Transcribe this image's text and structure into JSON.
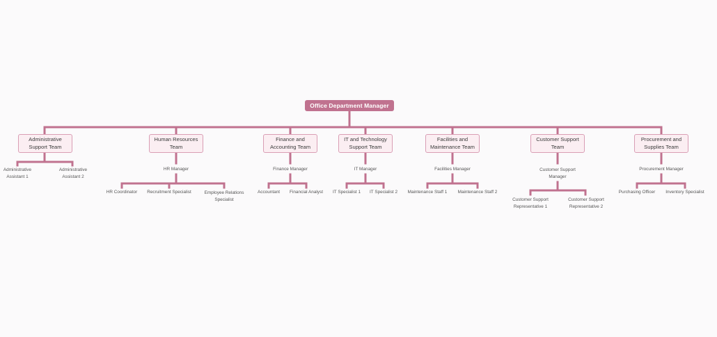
{
  "root": {
    "label": "Office Department Manager"
  },
  "teams": {
    "admin": {
      "label": "Administrative Support Team",
      "assistant1": "Administrative Assistant 1",
      "assistant2": "Administrative Assistant 2"
    },
    "hr": {
      "label": "Human Resources Team",
      "manager": "HR Manager",
      "coordinator": "HR Coordinator",
      "recruitment": "Recruitment Specialist",
      "employee_relations": "Employee Relations Specialist"
    },
    "finance": {
      "label": "Finance and Accounting Team",
      "manager": "Finance Manager",
      "accountant": "Accountant",
      "analyst": "Financial Analyst"
    },
    "it": {
      "label": "IT and Technology Support Team",
      "manager": "IT Manager",
      "specialist1": "IT Specialist 1",
      "specialist2": "IT Specialist 2"
    },
    "facilities": {
      "label": "Facilities and Maintenance Team",
      "manager": "Facilities Manager",
      "staff1": "Maintenance Staff 1",
      "staff2": "Maintenance Staff 2"
    },
    "support": {
      "label": "Customer Support Team",
      "manager": "Customer Support Manager",
      "rep1": "Customer Support Representative 1",
      "rep2": "Customer Support Representative 2"
    },
    "procurement": {
      "label": "Procurement and Supplies Team",
      "manager": "Procurement Manager",
      "purchasing": "Purchasing Officer",
      "inventory": "Inventory Specialist"
    }
  },
  "colors": {
    "connector": "#c0728f",
    "root_fill": "#c0728f",
    "team_fill": "#fbeef2",
    "team_border": "#d99db4"
  }
}
